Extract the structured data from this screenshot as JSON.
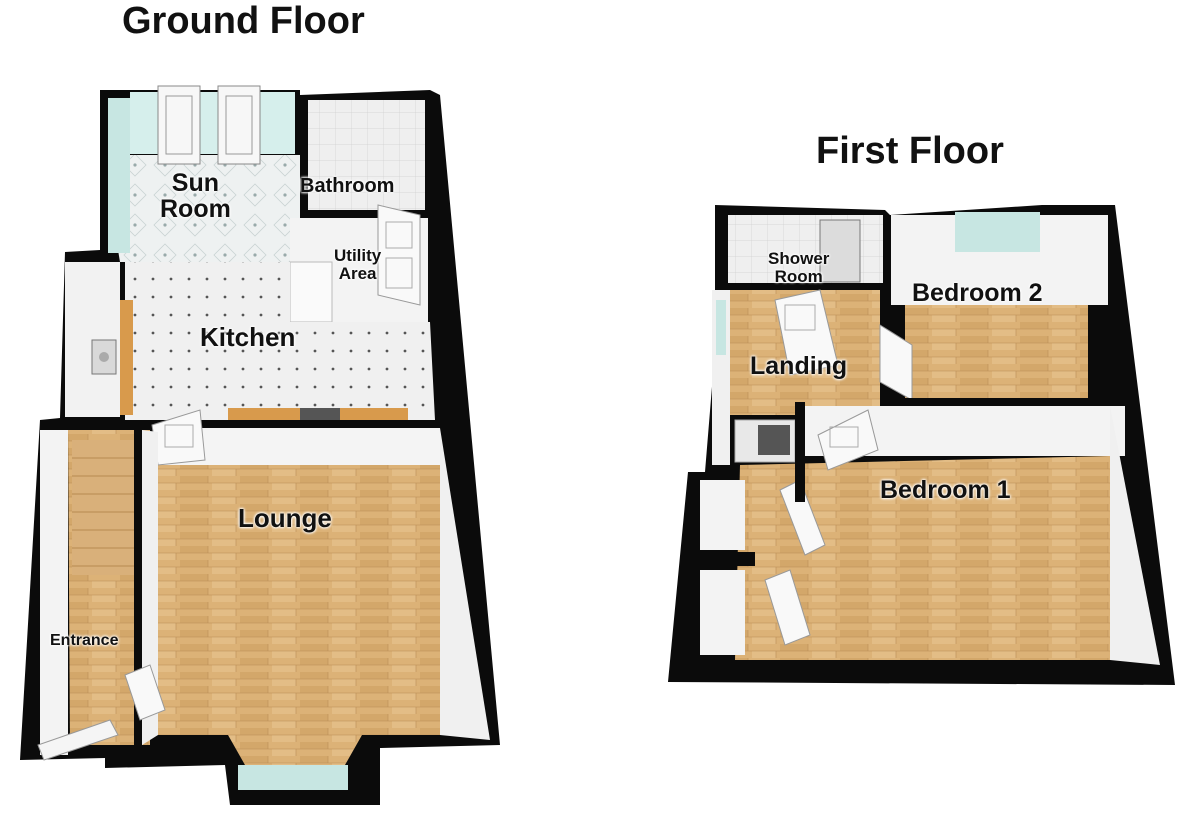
{
  "ground_floor": {
    "title": "Ground Floor",
    "rooms": {
      "sun_room": "Sun\nRoom",
      "bathroom": "Bathroom",
      "utility_area": "Utility\nArea",
      "kitchen": "Kitchen",
      "lounge": "Lounge",
      "entrance": "Entrance"
    }
  },
  "first_floor": {
    "title": "First Floor",
    "rooms": {
      "shower_room": "Shower\nRoom",
      "bedroom_2": "Bedroom 2",
      "landing": "Landing",
      "bedroom_1": "Bedroom 1"
    }
  },
  "colors": {
    "wall": "#0b0b0b",
    "wall_inner": "#f4f4f4",
    "wood": "#d9ae72",
    "tile": "#eef1f1",
    "window": "#bfe3e0"
  }
}
